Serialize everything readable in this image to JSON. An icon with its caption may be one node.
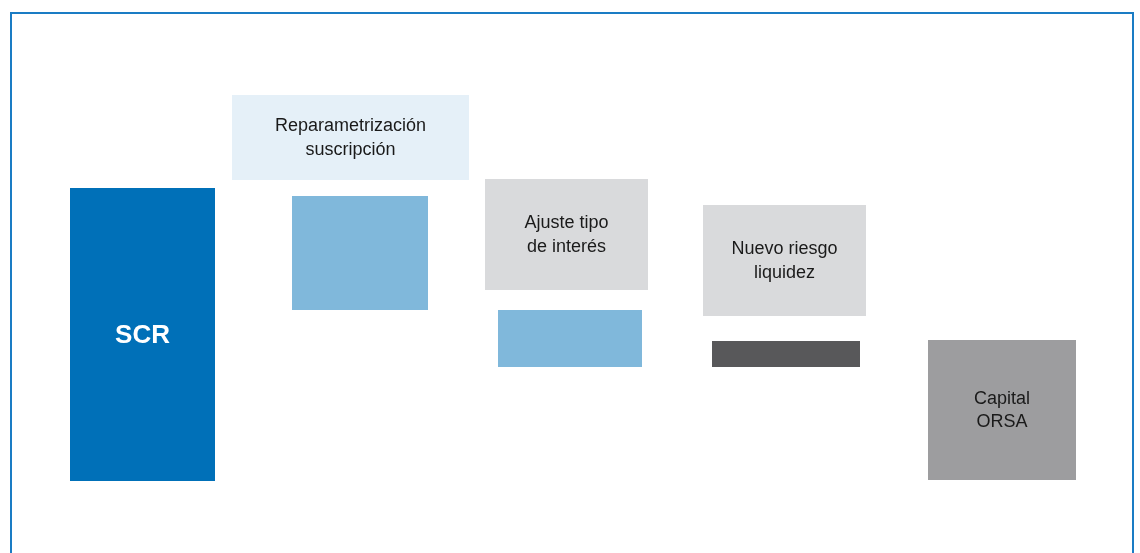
{
  "diagram": {
    "nodes": [
      {
        "text": [
          "SCR"
        ]
      },
      {
        "text": [
          "Reparametrización suscripción"
        ]
      },
      {
        "text": [],
        "shape": "bar"
      },
      {
        "text": [
          "Ajuste tipo de interés"
        ]
      },
      {
        "text": [],
        "shape": "bar"
      },
      {
        "text": [
          "Nuevo riesgo liquidez"
        ]
      },
      {
        "text": [],
        "shape": "bar"
      },
      {
        "text": [
          "Capital ORSA"
        ]
      }
    ]
  }
}
